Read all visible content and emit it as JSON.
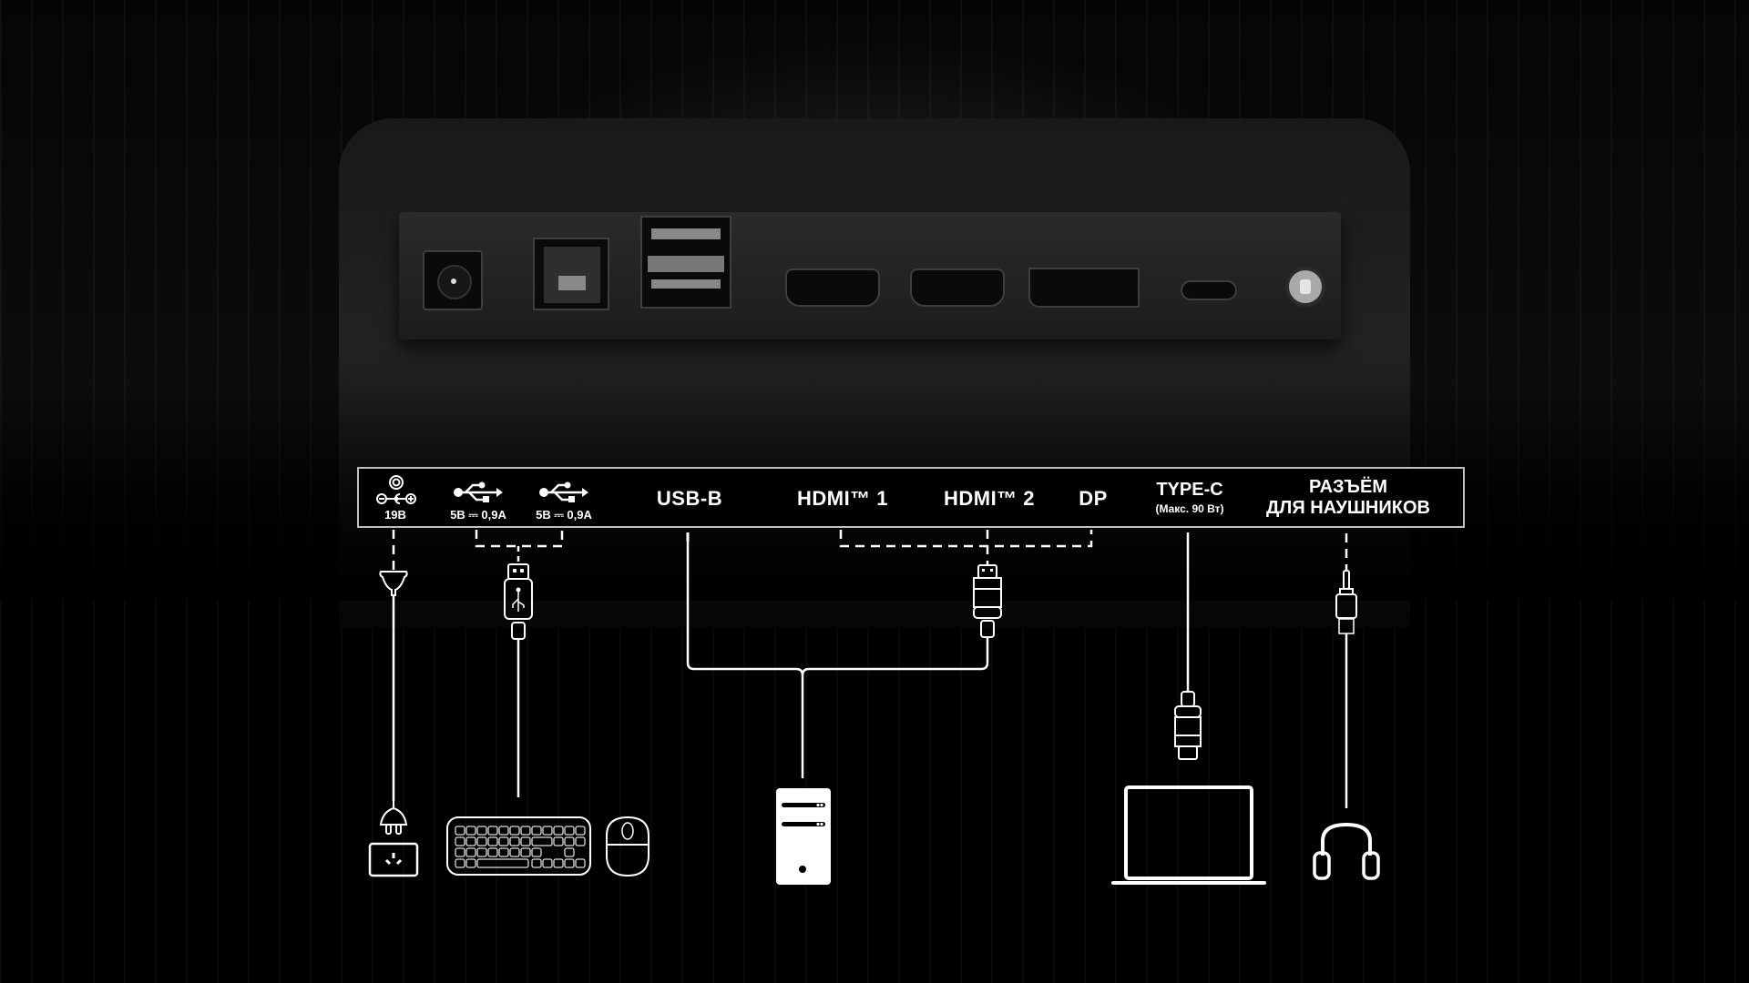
{
  "labels": {
    "dc_power": {
      "voltage": "19В"
    },
    "usb_a_1": {
      "rating": "5В ⎓ 0,9А"
    },
    "usb_a_2": {
      "rating": "5В ⎓ 0,9А"
    },
    "usb_b": {
      "label": "USB-B"
    },
    "hdmi_1": {
      "label": "HDMI™ 1"
    },
    "hdmi_2": {
      "label": "HDMI™ 2"
    },
    "dp": {
      "label": "DP"
    },
    "type_c": {
      "label": "TYPE-C",
      "note": "(Макс. 90 Вт)"
    },
    "headphone": {
      "line1": "РАЗЪЁМ",
      "line2": "ДЛЯ НАУШНИКОВ"
    }
  },
  "ports_panel": [
    "dc-jack",
    "usb-b",
    "usb-a-dual",
    "hdmi-1",
    "hdmi-2",
    "displayport",
    "usb-c",
    "audio-jack"
  ],
  "devices": [
    "power-outlet",
    "keyboard",
    "mouse",
    "desktop-pc",
    "laptop",
    "headphones"
  ],
  "colors": {
    "background": "#000000",
    "line": "#ffffff",
    "bar_border": "#bfbfbf"
  }
}
